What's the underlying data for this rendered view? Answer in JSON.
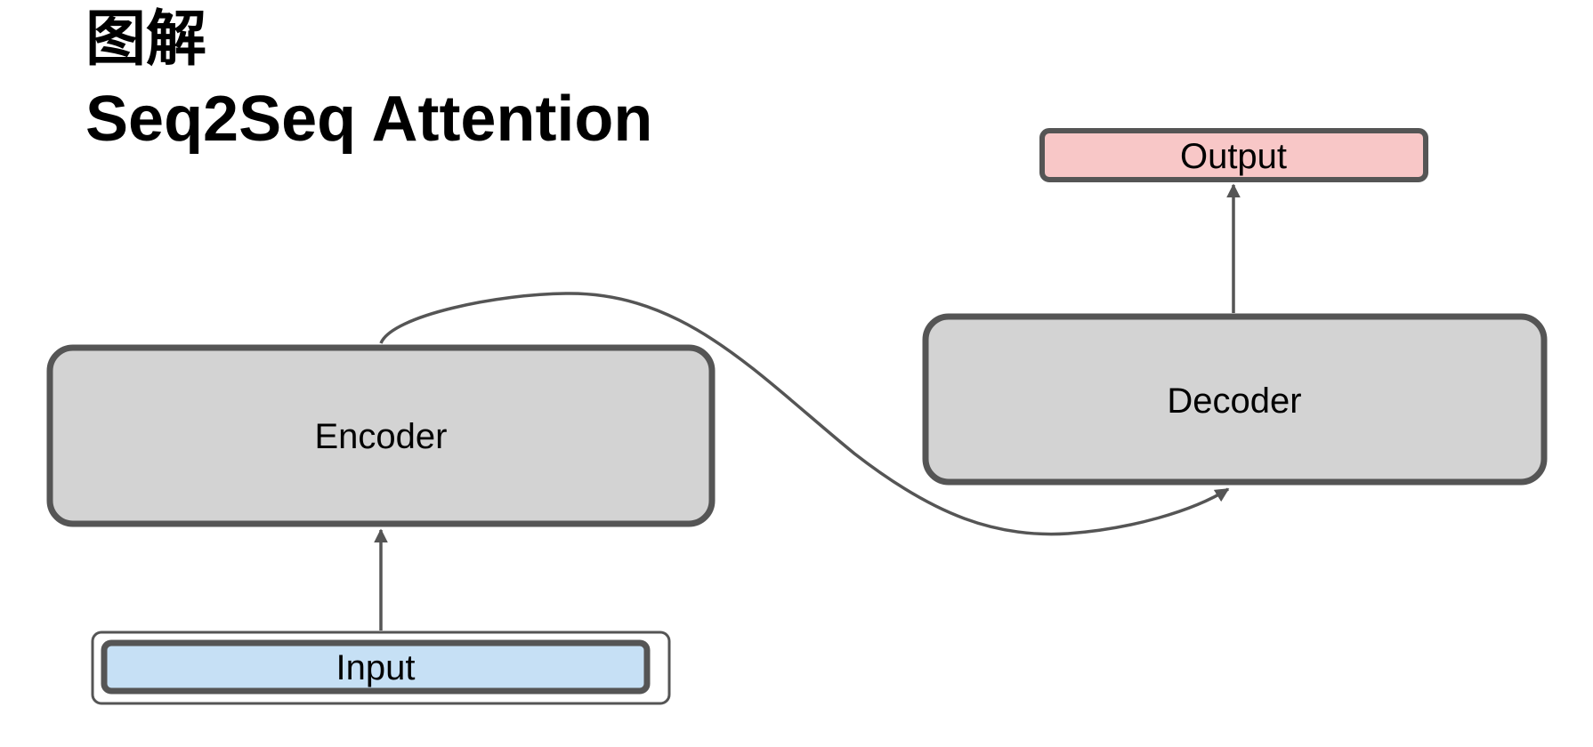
{
  "title": {
    "line1": "图解",
    "line2": "Seq2Seq Attention"
  },
  "nodes": {
    "encoder": {
      "label": "Encoder",
      "fill": "#d3d3d3"
    },
    "decoder": {
      "label": "Decoder",
      "fill": "#d3d3d3"
    },
    "input": {
      "label": "Input",
      "fill": "#c6e0f5"
    },
    "output": {
      "label": "Output",
      "fill": "#f8c7c7"
    }
  },
  "colors": {
    "stroke": "#555555",
    "text": "#000000",
    "background": "#ffffff"
  }
}
